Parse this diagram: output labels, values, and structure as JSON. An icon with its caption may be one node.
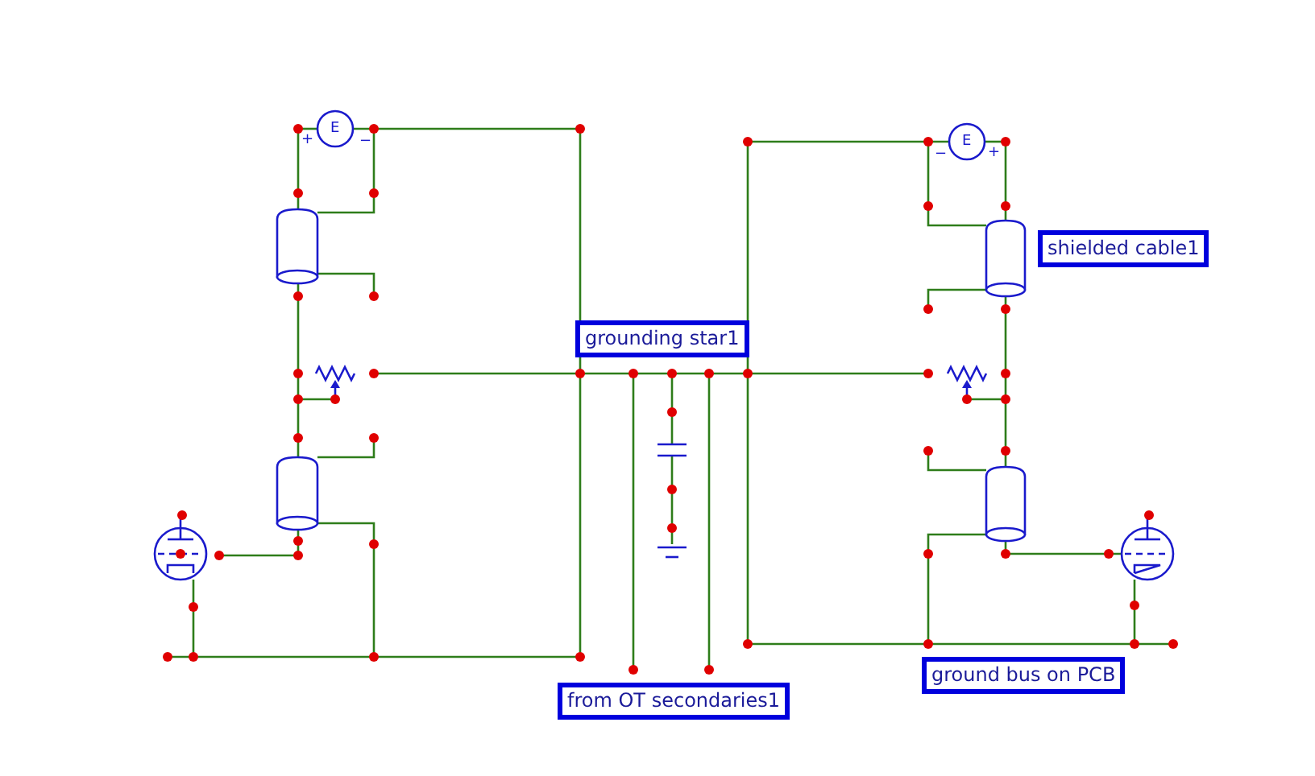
{
  "diagram": {
    "labels": [
      "grounding star1",
      "shielded cable1",
      "from OT secondaries1",
      "ground bus on PCB",
      "+",
      "E",
      "−",
      "−",
      "E",
      "+"
    ]
  }
}
